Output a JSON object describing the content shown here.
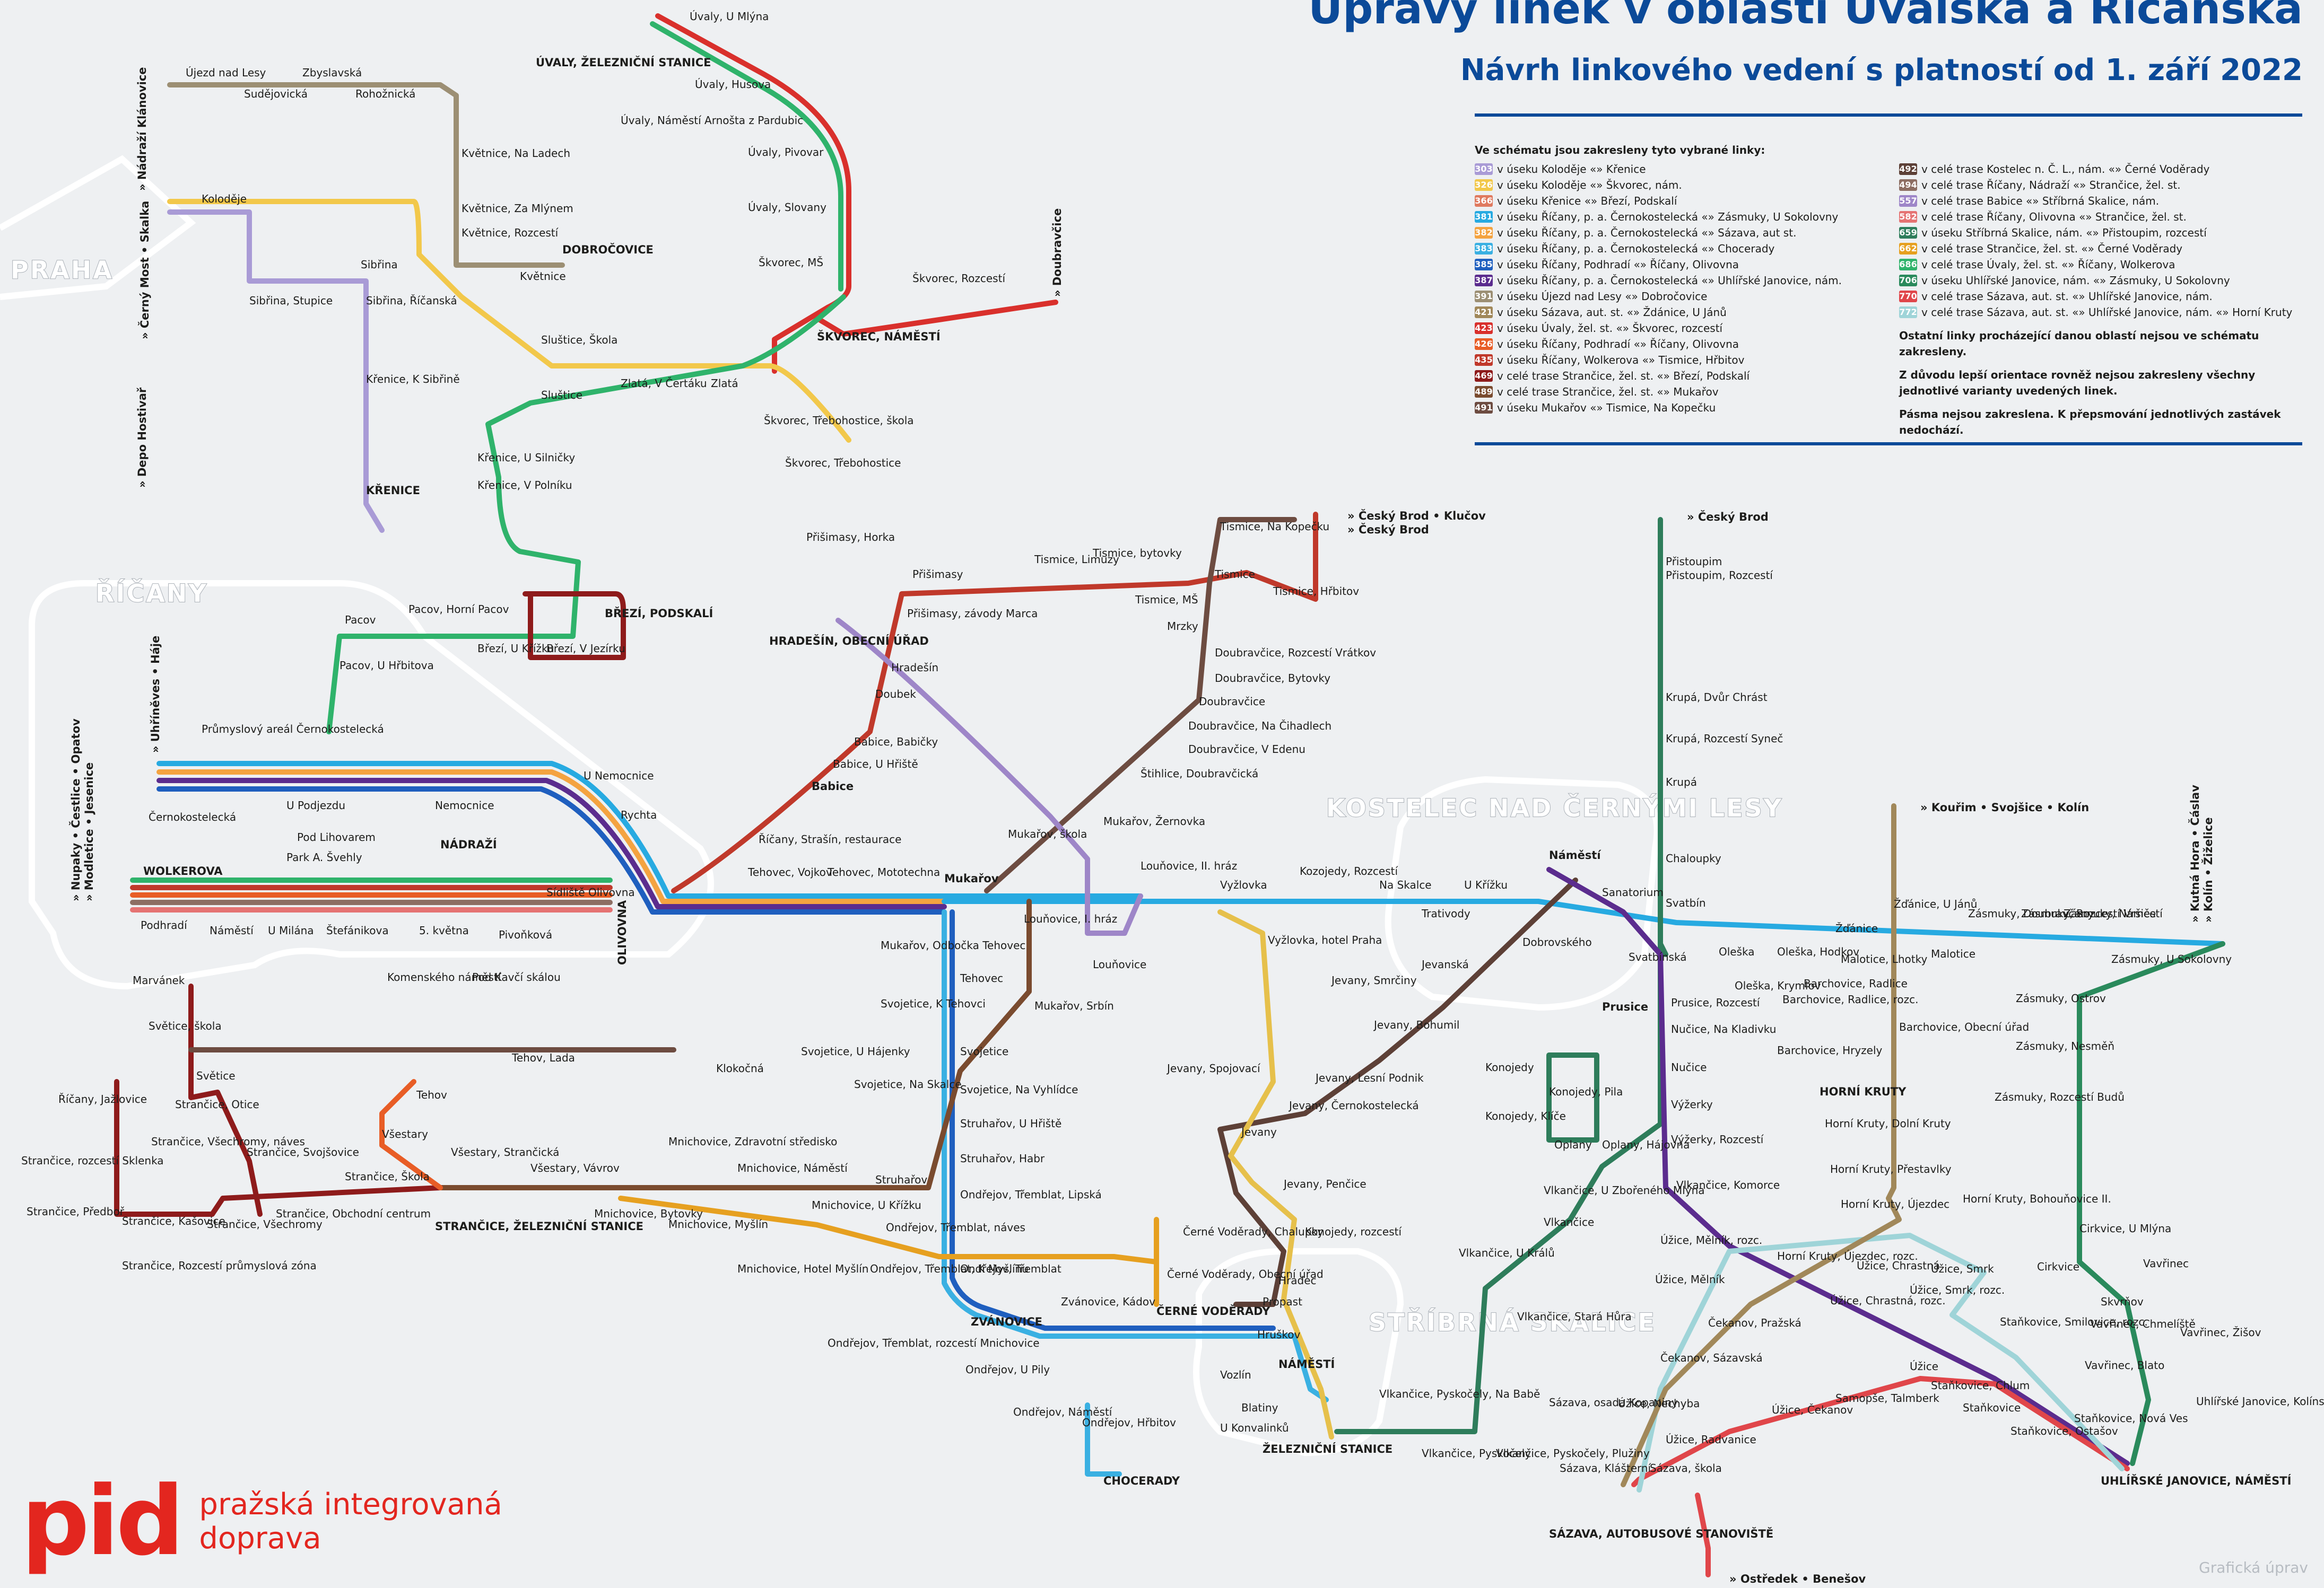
{
  "header": {
    "title": "Úpravy linek v oblasti Úvalska a Říčanska",
    "subtitle": "Návrh linkového vedení s platností od 1. září 2022"
  },
  "colors": {
    "brand_blue": "#0b4a99",
    "pid_red": "#e3261f"
  },
  "legend": {
    "heading": "Ve schématu jsou zakresleny tyto vybrané linky:",
    "items_left": [
      {
        "line": "303",
        "color": "#a99bd6",
        "text": "v úseku Koloděje «» Křenice"
      },
      {
        "line": "326",
        "color": "#f2c84b",
        "text": "v úseku Koloděje «» Škvorec, nám."
      },
      {
        "line": "366",
        "color": "#e07a5f",
        "text": "v úseku Křenice «» Březí, Podskalí"
      },
      {
        "line": "381",
        "color": "#27aae1",
        "text": "v úseku Říčany, p. a. Černokostelecká «» Zásmuky, U Sokolovny"
      },
      {
        "line": "382",
        "color": "#f4a340",
        "text": "v úseku Říčany, p. a. Černokostelecká «» Sázava, aut st."
      },
      {
        "line": "383",
        "color": "#3ab0e2",
        "text": "v úseku Říčany, p. a. Černokostelecká «» Chocerady"
      },
      {
        "line": "385",
        "color": "#1f5fbf",
        "text": "v úseku Říčany, Podhradí «» Říčany, Olivovna"
      },
      {
        "line": "387",
        "color": "#5b2c8e",
        "text": "v úseku Říčany, p. a. Černokostelecká «» Uhlířské Janovice, nám."
      },
      {
        "line": "391",
        "color": "#9c8f74",
        "text": "v úseku Újezd nad Lesy «» Dobročovice"
      },
      {
        "line": "421",
        "color": "#a1885a",
        "text": "v úseku Sázava, aut. st. «» Ždánice, U Jánů"
      },
      {
        "line": "423",
        "color": "#d9302c",
        "text": "v úseku Úvaly, žel. st. «» Škvorec, rozcestí"
      },
      {
        "line": "426",
        "color": "#e85d26",
        "text": "v úseku Říčany, Podhradí «» Říčany, Olivovna"
      },
      {
        "line": "435",
        "color": "#c0392b",
        "text": "v úseku Říčany, Wolkerova «» Tismice, Hřbitov"
      },
      {
        "line": "469",
        "color": "#8e1b1b",
        "text": "v celé trase Strančice, žel. st. «» Březí, Podskalí"
      },
      {
        "line": "489",
        "color": "#7a4b2f",
        "text": "v celé trase Strančice, žel. st. «» Mukařov"
      },
      {
        "line": "491",
        "color": "#6d4c41",
        "text": "v úseku Mukařov «» Tismice, Na Kopečku"
      }
    ],
    "items_right": [
      {
        "line": "492",
        "color": "#5d4037",
        "text": "v celé trase Kostelec n. Č. L., nám. «» Černé Voděrady"
      },
      {
        "line": "494",
        "color": "#8d6e63",
        "text": "v celé trase Říčany, Nádraží «» Strančice, žel. st."
      },
      {
        "line": "557",
        "color": "#9e86c8",
        "text": "v celé trase Babice «» Stříbrná Skalice, nám."
      },
      {
        "line": "582",
        "color": "#e57373",
        "text": "v celé trase Říčany, Olivovna «» Strančice, žel. st."
      },
      {
        "line": "659",
        "color": "#2e7d5b",
        "text": "v úseku Stříbrná Skalice, nám. «» Přistoupim, rozcestí"
      },
      {
        "line": "662",
        "color": "#e6a020",
        "text": "v celé trase Strančice, žel. st. «» Černé Voděrady"
      },
      {
        "line": "686",
        "color": "#2fb36b",
        "text": "v celé trase Úvaly, žel. st. «» Říčany, Wolkerova"
      },
      {
        "line": "706",
        "color": "#2a8a5c",
        "text": "v úseku Uhlířské Janovice, nám. «» Zásmuky, U Sokolovny"
      },
      {
        "line": "770",
        "color": "#e0464a",
        "text": "v celé trase Sázava, aut. st. «» Uhlířské Janovice, nám."
      },
      {
        "line": "772",
        "color": "#9fd4d8",
        "text": "v celé trase Sázava, aut. st. «» Uhlířské Janovice, nám. «» Horní Kruty"
      }
    ],
    "note1": "Ostatní linky procházející danou oblastí nejsou ve schématu zakresleny.",
    "note2": "Z důvodu lepší orientace rovněž nejsou zakresleny všechny jednotlivé varianty uvedených linek.",
    "note3": "Pásma nejsou zakreslena. K přepsmování jednotlivých zastávek nedochází."
  },
  "zones": [
    {
      "id": "praha",
      "label": "PRAHA"
    },
    {
      "id": "ricany",
      "label": "ŘÍČANY"
    },
    {
      "id": "kostelec",
      "label": "KOSTELEC NAD ČERNÝMI LESY"
    },
    {
      "id": "stribrna",
      "label": "STŘÍBRNÁ SKALICE"
    }
  ],
  "stops": [
    {
      "name": "Úvaly, U Mlýna"
    },
    {
      "name": "ÚVALY, ŽELEZNIČNÍ STANICE",
      "bold": true
    },
    {
      "name": "Úvaly, Husova"
    },
    {
      "name": "Úvaly, Náměstí Arnošta z Pardubic"
    },
    {
      "name": "Úvaly, Pivovar"
    },
    {
      "name": "Úvaly, Slovany"
    },
    {
      "name": "Škvorec, MŠ"
    },
    {
      "name": "Škvorec, Rozcestí"
    },
    {
      "name": "ŠKVOREC, NÁMĚSTÍ",
      "bold": true
    },
    {
      "name": "Škvorec, Třebohostice, škola"
    },
    {
      "name": "Škvorec, Třebohostice"
    },
    {
      "name": "Újezd nad Lesy"
    },
    {
      "name": "Zbyslavská"
    },
    {
      "name": "Sudějovická"
    },
    {
      "name": "Rohožnická"
    },
    {
      "name": "Květnice, Na Ladech"
    },
    {
      "name": "Květnice, Za Mlýnem"
    },
    {
      "name": "Květnice, Rozcestí"
    },
    {
      "name": "Květnice"
    },
    {
      "name": "DOBROČOVICE",
      "bold": true
    },
    {
      "name": "Koloděje"
    },
    {
      "name": "Sibřina"
    },
    {
      "name": "Sibřina, Stupice"
    },
    {
      "name": "Sibřina, Říčanská"
    },
    {
      "name": "Sluštice, Škola"
    },
    {
      "name": "Sluštice"
    },
    {
      "name": "Zlatá, V Čertáku"
    },
    {
      "name": "Zlatá"
    },
    {
      "name": "Křenice, K Sibřině"
    },
    {
      "name": "Křenice, U Silničky"
    },
    {
      "name": "KŘENICE",
      "bold": true
    },
    {
      "name": "Křenice, V Polníku"
    },
    {
      "name": "Pacov"
    },
    {
      "name": "Pacov, Horní Pacov"
    },
    {
      "name": "BŘEZÍ, PODSKALÍ",
      "bold": true
    },
    {
      "name": "Březí, U Křížku"
    },
    {
      "name": "Březí, V Jezírku"
    },
    {
      "name": "Pacov, U Hřbitova"
    },
    {
      "name": "Průmyslový areál Černokostelecká"
    },
    {
      "name": "Černokostelecká"
    },
    {
      "name": "U Podjezdu"
    },
    {
      "name": "Pod Lihovarem"
    },
    {
      "name": "Park A. Švehly"
    },
    {
      "name": "WOLKEROVA",
      "bold": true
    },
    {
      "name": "Podhradí"
    },
    {
      "name": "Náměstí"
    },
    {
      "name": "U Milána"
    },
    {
      "name": "Štefánikova"
    },
    {
      "name": "NÁDRAŽÍ",
      "bold": true
    },
    {
      "name": "U Nemocnice"
    },
    {
      "name": "Nemocnice"
    },
    {
      "name": "Rychta"
    },
    {
      "name": "Sídliště Olivovna"
    },
    {
      "name": "OLIVOVNA",
      "bold": true
    },
    {
      "name": "5. května"
    },
    {
      "name": "Pivoňková"
    },
    {
      "name": "Komenského náměstí"
    },
    {
      "name": "Pod Kavčí skálou"
    },
    {
      "name": "Marvánek"
    },
    {
      "name": "Světice, škola"
    },
    {
      "name": "Světice"
    },
    {
      "name": "Tehov, Lada"
    },
    {
      "name": "Tehov"
    },
    {
      "name": "Všestary"
    },
    {
      "name": "Všestary, Strančická"
    },
    {
      "name": "Všestary, Vávrov"
    },
    {
      "name": "STRANČICE, ŽELEZNIČNÍ STANICE",
      "bold": true
    },
    {
      "name": "Strančice, Škola"
    },
    {
      "name": "Strančice, Všechromy"
    },
    {
      "name": "Strančice, Obchodní centrum"
    },
    {
      "name": "Strančice, Otice"
    },
    {
      "name": "Strančice, Všechromy, náves"
    },
    {
      "name": "Strančice, Svojšovice"
    },
    {
      "name": "Říčany, Jažlovice"
    },
    {
      "name": "Strančice, rozcestí Sklenka"
    },
    {
      "name": "Strančice, Předboř"
    },
    {
      "name": "Strančice, Kašovice"
    },
    {
      "name": "Strančice, Rozcestí průmyslová zóna"
    },
    {
      "name": "Mnichovice, Bytovky"
    },
    {
      "name": "Mnichovice, Zdravotní středisko"
    },
    {
      "name": "Mnichovice, Náměstí"
    },
    {
      "name": "Mnichovice, Myšlín"
    },
    {
      "name": "Mnichovice, U Křížku"
    },
    {
      "name": "Mnichovice, Hotel Myšlín"
    },
    {
      "name": "Struhařov"
    },
    {
      "name": "Ondřejov, Třemblat, náves"
    },
    {
      "name": "Ondřejov, Třemblat, K Myšlínu"
    },
    {
      "name": "Klokočná"
    },
    {
      "name": "Svojetice, U Hájenky"
    },
    {
      "name": "Svojetice, Na Skalce"
    },
    {
      "name": "Svojetice"
    },
    {
      "name": "Svojetice, Na Vyhlídce"
    },
    {
      "name": "Struhařov, U Hřiště"
    },
    {
      "name": "Struhařov, Habr"
    },
    {
      "name": "Ondřejov, Třemblat, Lipská"
    },
    {
      "name": "Ondřejov, Třemblat"
    },
    {
      "name": "ZVÁNOVICE",
      "bold": true
    },
    {
      "name": "Zvánovice, Kádov"
    },
    {
      "name": "Ondřejov, Třemblat, rozcestí Mnichovice"
    },
    {
      "name": "Ondřejov, U Pily"
    },
    {
      "name": "Ondřejov, Náměstí"
    },
    {
      "name": "Ondřejov, Hřbitov"
    },
    {
      "name": "CHOCERADY",
      "bold": true
    },
    {
      "name": "Tehovec"
    },
    {
      "name": "Mukařov, Odbočka Tehovec"
    },
    {
      "name": "Svojetice, K Tehovci"
    },
    {
      "name": "Mukařov, Srbín"
    },
    {
      "name": "Tehovec, Vojkov"
    },
    {
      "name": "Tehovec, Mototechna"
    },
    {
      "name": "Mukařov",
      "bold": true
    },
    {
      "name": "Mukařov, škola"
    },
    {
      "name": "Mukařov, Žernovka"
    },
    {
      "name": "Louňovice, I. hráz"
    },
    {
      "name": "Louňovice, II. hráz"
    },
    {
      "name": "Louňovice"
    },
    {
      "name": "Říčany, Strašín, restaurace"
    },
    {
      "name": "HRADEŠÍN, OBECNÍ ÚŘAD",
      "bold": true
    },
    {
      "name": "Hradešín"
    },
    {
      "name": "Doubek"
    },
    {
      "name": "Babice, Babičky"
    },
    {
      "name": "Babice, U Hřiště"
    },
    {
      "name": "Babice",
      "bold": true
    },
    {
      "name": "Přišimasy"
    },
    {
      "name": "Přišimasy, Horka"
    },
    {
      "name": "Přišimasy, závody Marca"
    },
    {
      "name": "Tismice, Limuzy"
    },
    {
      "name": "Tismice, bytovky"
    },
    {
      "name": "Tismice, Na Kopečku"
    },
    {
      "name": "Tismice"
    },
    {
      "name": "Tismice, MŠ"
    },
    {
      "name": "Tismice, Hřbitov"
    },
    {
      "name": "Mrzky"
    },
    {
      "name": "Doubravčice, Rozcestí Vrátkov"
    },
    {
      "name": "Doubravčice, Bytovky"
    },
    {
      "name": "Doubravčice"
    },
    {
      "name": "Doubravčice, Na Čihadlech"
    },
    {
      "name": "Doubravčice, V Edenu"
    },
    {
      "name": "Štihlice, Doubravčická"
    },
    {
      "name": "Vyžlovka"
    },
    {
      "name": "Kozojedy, Rozcestí"
    },
    {
      "name": "Na Skalce"
    },
    {
      "name": "U Křížku"
    },
    {
      "name": "Trativody"
    },
    {
      "name": "Jevanská"
    },
    {
      "name": "Dobrovského"
    },
    {
      "name": "Sanatorium"
    },
    {
      "name": "Náměstí",
      "bold": true
    },
    {
      "name": "Vyžlovka, hotel Praha"
    },
    {
      "name": "Jevany, Smrčiny"
    },
    {
      "name": "Jevany, Bohumil"
    },
    {
      "name": "Jevany, Lesní Podnik"
    },
    {
      "name": "Jevany, Černokostelecká"
    },
    {
      "name": "Jevany, Spojovací"
    },
    {
      "name": "Jevany"
    },
    {
      "name": "Jevany, Penčice"
    },
    {
      "name": "Konojedy, rozcestí"
    },
    {
      "name": "Černé Voděrady, Chalupky"
    },
    {
      "name": "Černé Voděrady, Obecní úřad"
    },
    {
      "name": "ČERNÉ VODĚRADY",
      "bold": true
    },
    {
      "name": "Hradec"
    },
    {
      "name": "Propast"
    },
    {
      "name": "Hruškov"
    },
    {
      "name": "Vozlín"
    },
    {
      "name": "NÁMĚSTÍ",
      "bold": true
    },
    {
      "name": "Blatiny"
    },
    {
      "name": "U Konvalinků"
    },
    {
      "name": "ŽELEZNIČNÍ STANICE",
      "bold": true
    },
    {
      "name": "Přistoupim"
    },
    {
      "name": "Přistoupim, Rozcestí"
    },
    {
      "name": "Krupá, Dvůr Chrást"
    },
    {
      "name": "Krupá, Rozcestí Syneč"
    },
    {
      "name": "Krupá"
    },
    {
      "name": "Chaloupky"
    },
    {
      "name": "Svatbín"
    },
    {
      "name": "Svatbínská"
    },
    {
      "name": "Oleška"
    },
    {
      "name": "Oleška, Hodkov"
    },
    {
      "name": "Malotice, Lhotky"
    },
    {
      "name": "Žďánice"
    },
    {
      "name": "Žďánice, U Jánů"
    },
    {
      "name": "Malotice"
    },
    {
      "name": "Zásmuky, Doubravčany"
    },
    {
      "name": "Zásmuky, Rozcestí Vršice"
    },
    {
      "name": "Zásmuky, Náměstí"
    },
    {
      "name": "Zásmuky, U Sokolovny"
    },
    {
      "name": "Zásmuky, Ostrov"
    },
    {
      "name": "Zásmuky, Nesměň"
    },
    {
      "name": "Zásmuky, Rozcestí Budů"
    },
    {
      "name": "Barchovice, Radlice"
    },
    {
      "name": "Barchovice, Radlice, rozc."
    },
    {
      "name": "Barchovice, Obecní úřad"
    },
    {
      "name": "Barchovice, Hryzely"
    },
    {
      "name": "Oleška, Krymlov"
    },
    {
      "name": "Prusice",
      "bold": true
    },
    {
      "name": "Prusice, Rozcestí"
    },
    {
      "name": "Nučice, Na Kladivku"
    },
    {
      "name": "Nučice"
    },
    {
      "name": "Konojedy"
    },
    {
      "name": "Konojedy, Pila"
    },
    {
      "name": "Konojedy, Klíče"
    },
    {
      "name": "Oplany"
    },
    {
      "name": "Oplany, Hájovna"
    },
    {
      "name": "Výžerky"
    },
    {
      "name": "Výžerky, Rozcestí"
    },
    {
      "name": "Vlkančice, Komorce"
    },
    {
      "name": "Vlkančice, U Zbořeného Mlýna"
    },
    {
      "name": "Vlkančice"
    },
    {
      "name": "Vlkančice, U Králů"
    },
    {
      "name": "Vlkančice, Stará Hůra"
    },
    {
      "name": "Vlkančice, Pyskočely, Na Babě"
    },
    {
      "name": "Vlkančice, Pyskočely"
    },
    {
      "name": "Vlkančice, Pyskočely, Plužiny"
    },
    {
      "name": "Sázava, osada Kopaniny"
    },
    {
      "name": "Sázava, Klášterní"
    },
    {
      "name": "Sázava, škola"
    },
    {
      "name": "SÁZAVA, AUTOBUSOVÉ STANOVIŠTĚ",
      "bold": true
    },
    {
      "name": "Úžice, Nechyba"
    },
    {
      "name": "Úžice, Radvanice"
    },
    {
      "name": "Úžice, Mělník"
    },
    {
      "name": "Úžice, Mělník, rozc."
    },
    {
      "name": "Čekanov, Sázavská"
    },
    {
      "name": "Čekanov, Pražská"
    },
    {
      "name": "HORNÍ KRUTY",
      "bold": true
    },
    {
      "name": "Horní Kruty, Dolní Kruty"
    },
    {
      "name": "Horní Kruty, Přestavlky"
    },
    {
      "name": "Horní Kruty, Újezdec"
    },
    {
      "name": "Horní Kruty, Újezdec, rozc."
    },
    {
      "name": "Horní Kruty, Bohouňovice II."
    },
    {
      "name": "Úžice, Chrastná"
    },
    {
      "name": "Úžice, Smrk"
    },
    {
      "name": "Úžice, Smrk, rozc."
    },
    {
      "name": "Úžice, Chrastná, rozc."
    },
    {
      "name": "Úžice"
    },
    {
      "name": "Úžice, Čekanov"
    },
    {
      "name": "Samopše, Talmberk"
    },
    {
      "name": "Staňkovice, Chlum"
    },
    {
      "name": "Staňkovice"
    },
    {
      "name": "Staňkovice, Smilovice, rozc."
    },
    {
      "name": "Staňkovice, Ostašov"
    },
    {
      "name": "Staňkovice, Nová Ves"
    },
    {
      "name": "UHLÍŘSKÉ JANOVICE, NÁMĚSTÍ",
      "bold": true
    },
    {
      "name": "Cirkvice"
    },
    {
      "name": "Cirkvice, U Mlýna"
    },
    {
      "name": "Vavřinec"
    },
    {
      "name": "Skvrňov"
    },
    {
      "name": "Vavřinec, Chmelíště"
    },
    {
      "name": "Vavřinec, Žišov"
    },
    {
      "name": "Vavřinec, Blato"
    },
    {
      "name": "Uhlířské Janovice, Kolínská"
    }
  ],
  "terminals": [
    {
      "label": "» Doubravčice",
      "line": "423"
    },
    {
      "label": "» Depo Hostivař",
      "line": "366"
    },
    {
      "label": "» Nádraží Klánovice",
      "line": "391"
    },
    {
      "label": "» Černý Most • Skalka",
      "line": "303"
    },
    {
      "label": "» Český Brod • Klučov",
      "line": "435"
    },
    {
      "label": "» Český Brod",
      "line": "421"
    },
    {
      "label": "» Český Brod",
      "line": "659"
    },
    {
      "label": "» Kouřim • Svojšice • Kolín",
      "line": "421"
    },
    {
      "label": "» Kutná Hora • Čáslav",
      "line": "381"
    },
    {
      "label": "» Kolín • Žiželice",
      "line": "706"
    },
    {
      "label": "» Ostředek • Benešov",
      "line": "770"
    },
    {
      "label": "» Uhříněves • Háje",
      "line": "381"
    },
    {
      "label": "» Nupaky • Čestlice • Opatov",
      "line": "385"
    },
    {
      "label": "» Modletice • Jesenice",
      "line": "426"
    }
  ],
  "logo": {
    "mark": "pid",
    "line1": "pražská integrovaná",
    "line2": "doprava"
  },
  "footer": {
    "credit": "Grafická úprav"
  }
}
